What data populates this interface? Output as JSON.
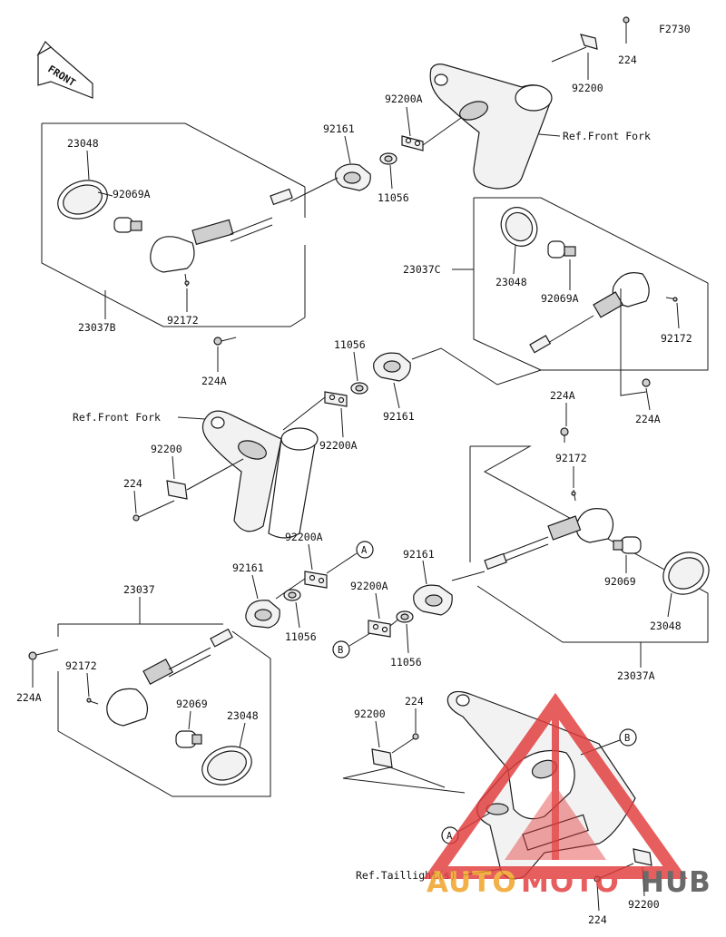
{
  "figure_code": "F2730",
  "front_label": "FRONT",
  "callouts": {
    "a": "A",
    "b": "B"
  },
  "labels": {
    "p224_top": "224",
    "p92200_top": "92200",
    "p92200A_top": "92200A",
    "ref_fork_top": "Ref.Front Fork",
    "p11056_top": "11056",
    "p92161_top": "92161",
    "p23048_topleft": "23048",
    "p92069A_topleft": "92069A",
    "p92172_topleft": "92172",
    "p23037B": "23037B",
    "p224A_left1": "224A",
    "p23037C": "23037C",
    "p23048_right1": "23048",
    "p92069A_right1": "92069A",
    "p92172_right1": "92172",
    "p224A_right1": "224A",
    "p11056_mid": "11056",
    "p92161_mid": "92161",
    "ref_fork_mid": "Ref.Front Fork",
    "p92200A_mid": "92200A",
    "p92200_mid": "92200",
    "p224_mid": "224",
    "p224A_right2": "224A",
    "p92172_right2": "92172",
    "p92069_right2": "92069",
    "p23048_right2": "23048",
    "p23037A": "23037A",
    "p92200A_low1": "92200A",
    "p92161_low": "92161",
    "p11056_low1": "11056",
    "p23037": "23037",
    "p92200A_low2": "92200A",
    "p92161_low2": "92161",
    "p11056_low2": "11056",
    "p224A_low": "224A",
    "p92172_low": "92172",
    "p92069_low": "92069",
    "p23048_low": "23048",
    "p92200_bottom1": "92200",
    "p224_bottom1": "224",
    "ref_taillight": "Ref.Taillight(s)",
    "p224_bottom2": "224",
    "p92200_bottom2": "92200"
  },
  "watermark": {
    "text_part1": "AUTO",
    "text_part2": "MOTO",
    "text_part3": "HUB",
    "color_red": "#e23b3b",
    "color_orange": "#f0a020",
    "color_dark": "#4a4a4a"
  }
}
